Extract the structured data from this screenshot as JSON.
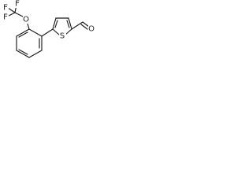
{
  "molecule": {
    "atoms": {
      "f1": "F",
      "f2": "F",
      "f3": "F",
      "o_ether": "O",
      "s_ring": "S",
      "o_aldehyde": "O"
    }
  },
  "colors": {
    "bond": "#1a1a1a",
    "background": "#ffffff"
  }
}
